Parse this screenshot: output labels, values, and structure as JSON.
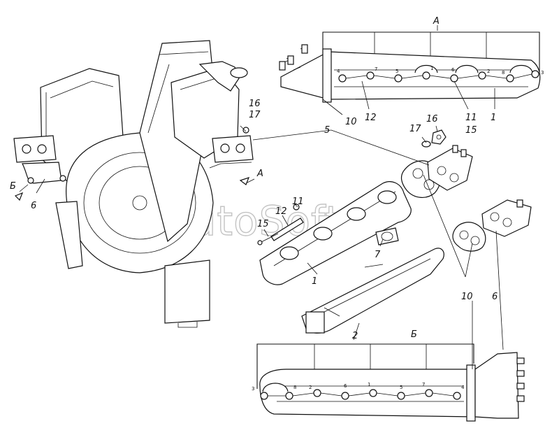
{
  "watermark": "AutoSoft",
  "view_labels": {
    "a": "А",
    "b": "Б"
  },
  "callouts": {
    "n1": "1",
    "n2": "2",
    "n5": "5",
    "n6": "6",
    "n7": "7",
    "n10": "10",
    "n11": "11",
    "n12": "12",
    "n15": "15",
    "n16": "16",
    "n17": "17"
  },
  "bolt_order_top": [
    "4",
    "7",
    "5",
    "1",
    "6",
    "2",
    "8",
    "3"
  ],
  "bolt_order_bottom": [
    "3",
    "8",
    "2",
    "6",
    "1",
    "5",
    "7",
    "4"
  ]
}
